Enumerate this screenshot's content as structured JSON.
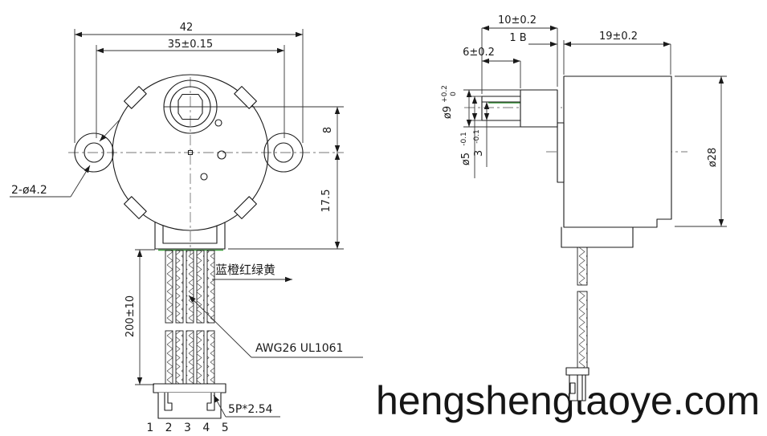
{
  "watermark": "hengshengtaoye.com",
  "front_view": {
    "dim_overall_width": "42",
    "dim_mount_hole_spacing": "35±0.15",
    "mount_holes_callout": "2-ø4.2",
    "dim_shaft_offset": "8",
    "dim_center_to_bottom": "17.5",
    "dim_lead_wire_length": "200±10",
    "wire_colors": "蓝橙红绿黄",
    "wire_spec": "AWG26  UL1061",
    "connector_callout": "5P*2.54",
    "pin_numbers": "1 2 3 4 5"
  },
  "side_view": {
    "dim_shaft_extension": "10±0.2",
    "dim_flange_thickness": "1 B",
    "dim_shaft_flat_length": "6±0.2",
    "dim_body_depth": "19±0.2",
    "boss_diameter": "ø9",
    "boss_tolerance_upper": "+0.2",
    "boss_tolerance_lower": "0",
    "shaft_diameter": "ø5",
    "shaft_diameter_tolerance": "-0.1",
    "shaft_flat": "3",
    "shaft_flat_tolerance": "-0.1",
    "dim_body_diameter": "ø28"
  },
  "colors": {
    "line": "#1a1a1a",
    "dimension": "#333333",
    "centerline": "#777777",
    "accent_green": "#3f9e3f",
    "background": "#ffffff",
    "watermark": "#161616"
  }
}
